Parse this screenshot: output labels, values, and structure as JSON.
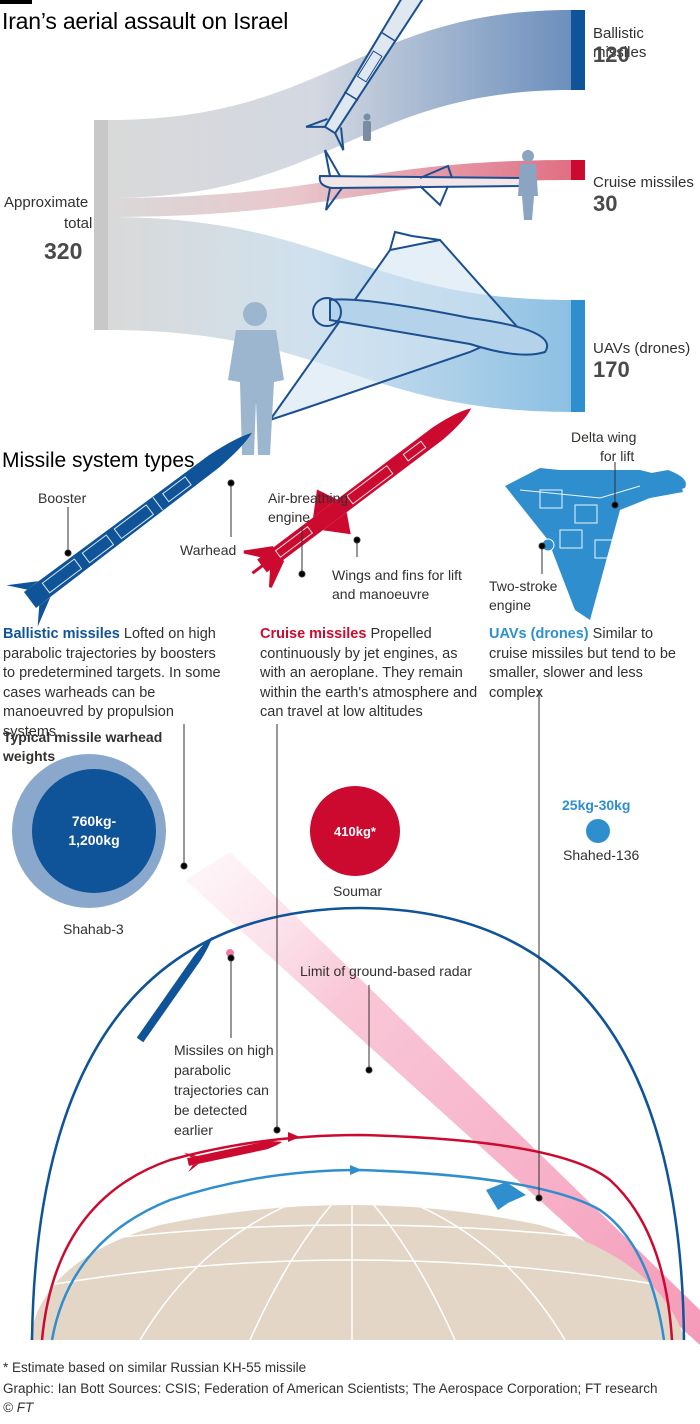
{
  "title": "Iran’s aerial assault on Israel",
  "totals": {
    "label_line1": "Approximate",
    "label_line2": "total",
    "value": "320"
  },
  "chart_data": {
    "type": "sankey",
    "title": "Iran’s aerial assault on Israel",
    "source_label": "Approximate total",
    "total": 320,
    "flows": [
      {
        "name": "Ballistic missiles",
        "value": 120,
        "color": "#0f5499"
      },
      {
        "name": "Cruise missiles",
        "value": 30,
        "color": "#cc0a2f"
      },
      {
        "name": "UAVs (drones)",
        "value": 170,
        "color": "#2f8fce"
      }
    ]
  },
  "flows_display": [
    {
      "label": "Ballistic missiles",
      "value": "120"
    },
    {
      "label": "Cruise missiles",
      "value": "30"
    },
    {
      "label": "UAVs (drones)",
      "value": "170"
    }
  ],
  "types": {
    "heading": "Missile system types",
    "ballistic": {
      "booster": "Booster",
      "warhead": "Warhead",
      "name": "Ballistic missiles",
      "desc": "Lofted on high parabolic trajectories by boosters to predetermined targets. In some cases warheads can be manoeuvred by propulsion systems"
    },
    "cruise": {
      "engine_1": "Air-breathing",
      "engine_2": "engine",
      "wings_1": "Wings and fins for lift",
      "wings_2": "and manoeuvre",
      "name": "Cruise missiles",
      "desc": "Propelled continuously by jet engines, as with an aeroplane. They remain within the earth's atmosphere and can travel at low altitudes"
    },
    "uav": {
      "delta_1": "Delta wing",
      "delta_2": "for lift",
      "engine_1": "Two-stroke",
      "engine_2": "engine",
      "name": "UAVs (drones)",
      "desc": "Similar to cruise missiles but tend to be smaller, slower and less complex"
    }
  },
  "warheads": {
    "heading_1": "Typical missile warhead",
    "heading_2": "weights",
    "items": [
      {
        "weight_1": "760kg-",
        "weight_2": "1,200kg",
        "name": "Shahab-3",
        "color": "#0f5499"
      },
      {
        "weight_1": "410kg*",
        "weight_2": "",
        "name": "Soumar",
        "color": "#cc0a2f"
      },
      {
        "weight_1": "25kg-30kg",
        "weight_2": "",
        "name": "Shahed-136",
        "color": "#2f8fce"
      }
    ]
  },
  "trajectory": {
    "radar": "Limit of ground-based radar",
    "detect": "Missiles on high parabolic trajectories can be detected earlier"
  },
  "footer": {
    "note": "* Estimate based on similar Russian KH-55 missile",
    "credit": "Graphic: Ian Bott   Sources: CSIS; Federation of American Scientists; The Aerospace Corporation; FT research",
    "copyright": "© FT"
  },
  "colors": {
    "ballistic": "#0f5499",
    "cruise": "#cc0a2f",
    "uav": "#2f8fce",
    "earth": "#e3d6c7",
    "radar": "#f4a3c0",
    "total_bar": "#c8c8c8"
  }
}
